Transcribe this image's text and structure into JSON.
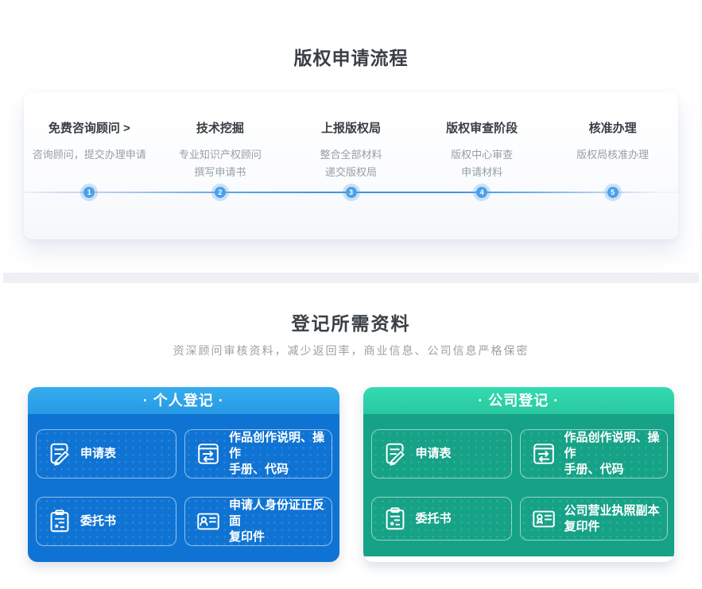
{
  "process_section": {
    "title": "版权申请流程",
    "steps": [
      {
        "num": "1",
        "title": "免费咨询顾问 >",
        "lines": [
          "咨询顾问，提交办理申请"
        ]
      },
      {
        "num": "2",
        "title": "技术挖掘",
        "lines": [
          "专业知识产权顾问",
          "撰写申请书"
        ]
      },
      {
        "num": "3",
        "title": "上报版权局",
        "lines": [
          "整合全部材料",
          "递交版权局"
        ]
      },
      {
        "num": "4",
        "title": "版权审查阶段",
        "lines": [
          "版权中心审查",
          "申请材料"
        ]
      },
      {
        "num": "5",
        "title": "核准办理",
        "lines": [
          "版权局核准办理"
        ]
      }
    ]
  },
  "materials_section": {
    "title": "登记所需资料",
    "subtitle": "资深顾问审核资料，减少返回率，商业信息、公司信息严格保密",
    "cards": [
      {
        "title": "· 个人登记 ·",
        "theme": "blue",
        "items": [
          {
            "icon": "form-pen-icon",
            "lines": [
              "申请表"
            ]
          },
          {
            "icon": "doc-arrows-icon",
            "lines": [
              "作品创作说明、操作",
              "手册、代码"
            ]
          },
          {
            "icon": "clipboard-star-icon",
            "lines": [
              "委托书"
            ]
          },
          {
            "icon": "id-card-icon",
            "lines": [
              "申请人身份证正反面",
              "复印件"
            ]
          }
        ]
      },
      {
        "title": "· 公司登记 ·",
        "theme": "green",
        "items": [
          {
            "icon": "form-pen-icon",
            "lines": [
              "申请表"
            ]
          },
          {
            "icon": "doc-arrows-icon",
            "lines": [
              "作品创作说明、操作",
              "手册、代码"
            ]
          },
          {
            "icon": "clipboard-star-icon",
            "lines": [
              "委托书"
            ]
          },
          {
            "icon": "license-icon",
            "lines": [
              "公司营业执照副本",
              "复印件"
            ]
          }
        ]
      }
    ]
  },
  "colors": {
    "step_dot_blue": "#4ba1e8",
    "timeline_blue": "#3e93e6",
    "personal_header_blue": "#2e9fe8",
    "personal_body_blue": "#0f73d3",
    "company_header_green": "#2fd4ab",
    "company_body_green": "#16a287",
    "divider_gray": "#eef0f5",
    "title_dark": "#3a3f45",
    "subtitle_gray": "#9aa0a6"
  }
}
